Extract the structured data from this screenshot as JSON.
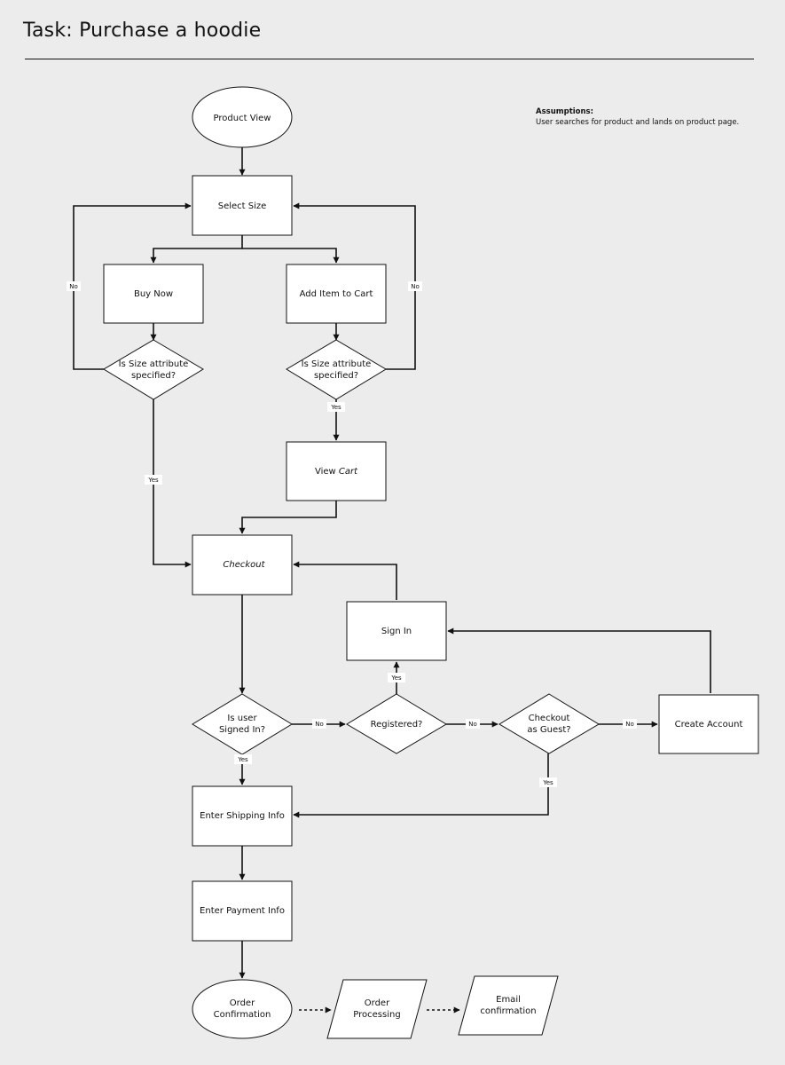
{
  "header": {
    "title": "Task: Purchase a hoodie"
  },
  "assumptions": {
    "heading": "Assumptions:",
    "text": "User searches for product and lands on product page."
  },
  "nodes": {
    "product_view": "Product View",
    "select_size": "Select Size",
    "buy_now": "Buy Now",
    "add_to_cart": "Add Item to Cart",
    "size_check_left": [
      "Is Size attribute",
      "specified?"
    ],
    "size_check_right": [
      "Is Size attribute",
      "specified?"
    ],
    "view_cart": [
      "View ",
      "Cart"
    ],
    "checkout": "Checkout",
    "sign_in": "Sign In",
    "is_signed_in": [
      "Is user",
      "Signed In?"
    ],
    "registered": "Registered?",
    "checkout_guest": [
      "Checkout",
      "as Guest?"
    ],
    "create_account": "Create Account",
    "shipping": "Enter Shipping Info",
    "payment": "Enter Payment Info",
    "order_confirmation": [
      "Order",
      "Confirmation"
    ],
    "order_processing": [
      "Order",
      "Processing"
    ],
    "email_confirmation": [
      "Email",
      "confirmation"
    ]
  },
  "edge_labels": {
    "no_left": "No",
    "no_right": "No",
    "yes_right_size": "Yes",
    "yes_left_size": "Yes",
    "yes_signed_in": "Yes",
    "no_signed_in": "No",
    "yes_registered": "Yes",
    "no_registered": "No",
    "no_guest": "No",
    "yes_guest": "Yes"
  }
}
